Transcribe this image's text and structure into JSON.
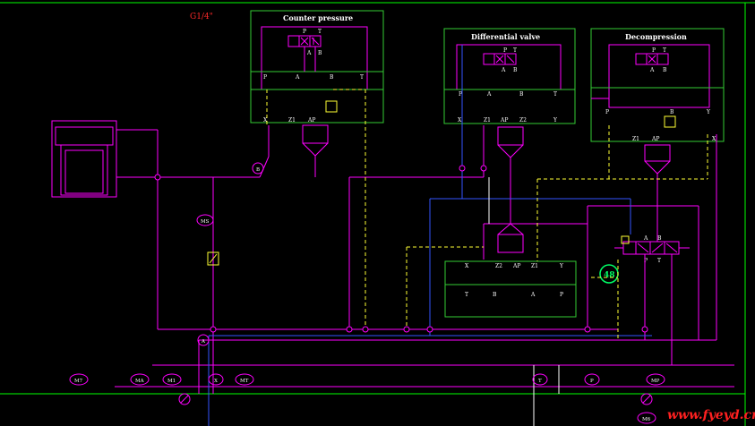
{
  "drawing": {
    "ref_label": "G1/4\"",
    "colors": {
      "background": "#000000",
      "pipe_main": "#ff00ff",
      "pipe_pilot": "#ffff33",
      "pipe_blue": "#3355ff",
      "block_frame": "#33cc33",
      "frame_border": "#00ff00",
      "ref_text": "#ff2a2a"
    }
  },
  "blocks": {
    "counter_pressure": {
      "title": "Counter pressure",
      "ports_top": [
        "P",
        "T",
        "A",
        "B"
      ],
      "ports_mid": [
        "P",
        "A",
        "B",
        "T"
      ],
      "ports_low": [
        "X",
        "Z1",
        "AP"
      ]
    },
    "differential_valve": {
      "title": "Differential valve",
      "ports_top": [
        "P",
        "T",
        "A",
        "B"
      ],
      "ports_mid": [
        "P",
        "A",
        "B",
        "T"
      ],
      "ports_low": [
        "X",
        "Z1",
        "AP",
        "Z2",
        "Y"
      ]
    },
    "decompression": {
      "title": "Decompression",
      "ports_top": [
        "P",
        "T",
        "A",
        "B"
      ],
      "ports_low": [
        "P",
        "B",
        "Z1",
        "AP",
        "Y",
        "X"
      ]
    },
    "lower_block": {
      "ports_top": [
        "X",
        "Z2",
        "AP",
        "Z1",
        "Y"
      ],
      "ports_bottom": [
        "T",
        "B",
        "A",
        "P"
      ]
    }
  },
  "valve_48": {
    "number": "48",
    "ports_top": [
      "A",
      "B"
    ],
    "ports_bottom": [
      "P",
      "T"
    ]
  },
  "gauges": {
    "m7": "M7",
    "ma": "MA",
    "m1": "M1",
    "x": "X",
    "mt": "MT",
    "t": "T",
    "p": "P",
    "mp": "MP",
    "m6": "M6",
    "ms": "MS"
  },
  "markers": {
    "a": "A",
    "b": "B"
  },
  "watermark": "www.fyeyd.cn"
}
